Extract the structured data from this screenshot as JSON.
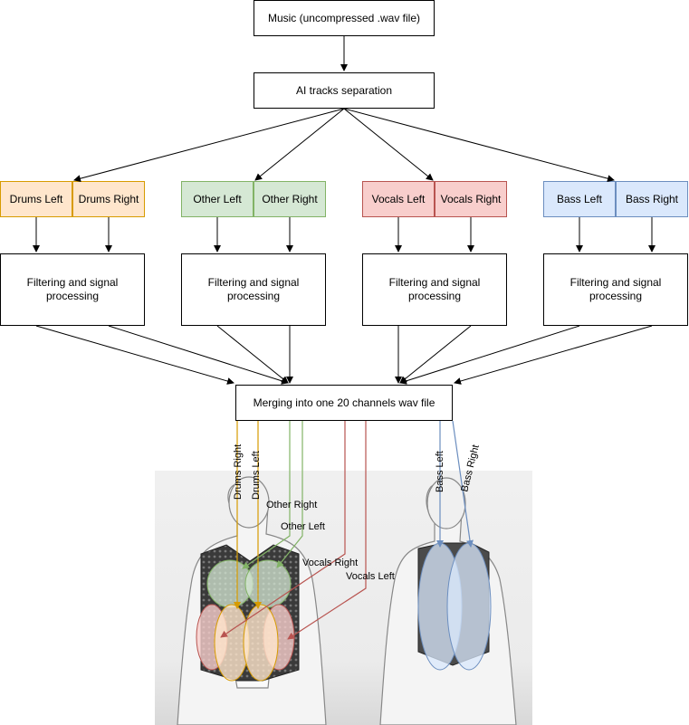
{
  "nodes": {
    "music": "Music (uncompressed .wav file)",
    "separation": "AI tracks separation",
    "merge": "Merging into one 20 channels wav file",
    "processing": "Filtering and signal processing"
  },
  "groups": [
    {
      "key": "drums",
      "left": "Drums Left",
      "right": "Drums Right",
      "color": "#d79b00"
    },
    {
      "key": "other",
      "left": "Other Left",
      "right": "Other Right",
      "color": "#82b366"
    },
    {
      "key": "vocals",
      "left": "Vocals Left",
      "right": "Vocals Right",
      "color": "#b85450"
    },
    {
      "key": "bass",
      "left": "Bass Left",
      "right": "Bass Right",
      "color": "#6c8ebf"
    }
  ],
  "body_labels": {
    "drums_right": "Drums Right",
    "drums_left": "Drums Left",
    "other_right": "Other Right",
    "other_left": "Other Left",
    "vocals_right": "Vocals Right",
    "vocals_left": "Vocals Left",
    "bass_left": "Bass Left",
    "bass_right": "Bass Right"
  }
}
